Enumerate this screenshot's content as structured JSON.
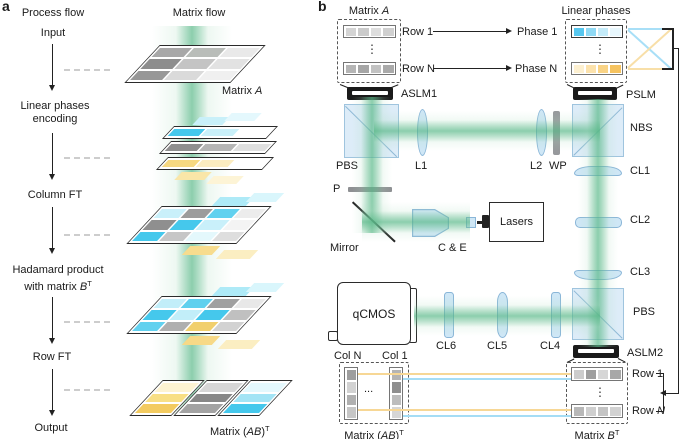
{
  "palette": {
    "beam_green": "#3eac76",
    "cyan": "#45c8ec",
    "cyan_light": "#b9ecf8",
    "yellow": "#f4cd66",
    "yellow_light": "#f9e6a8",
    "lens_blue": "#cfe7f6",
    "cube_blue": "#ddecf8",
    "wire_blue": "#a5ddf5",
    "wire_yellow": "#f7d795",
    "slm_black": "#1a1a1a"
  },
  "panel_a": {
    "label": "a",
    "process_header": "Process flow",
    "matrix_header": "Matrix flow",
    "steps": {
      "input": "Input",
      "lp_line1": "Linear phases",
      "lp_line2": "encoding",
      "column_ft": "Column FT",
      "hadamard_line1": "Hadamard product",
      "hadamard_line2_pre": "with matrix ",
      "hadamard_sym": "B",
      "hadamard_sup": "T",
      "row_ft": "Row FT",
      "output": "Output"
    },
    "matrix_a_label": {
      "pre": "Matrix ",
      "sym": "A"
    },
    "matrix_ab_label": {
      "pre": "Matrix (",
      "sym": "AB",
      "post": ")",
      "sup": "T"
    }
  },
  "panel_b": {
    "label": "b",
    "matrix_a_title": {
      "pre": "Matrix ",
      "sym": "A"
    },
    "top_row1": "Row 1",
    "top_rowN": "Row N",
    "dots": "⋮",
    "phase1": "Phase 1",
    "phaseN": "Phase N",
    "linear_phases_title": "Linear phases",
    "devices": {
      "aslm1": "ASLM1",
      "pslm": "PSLM",
      "nbs": "NBS",
      "pbs_left": "PBS",
      "pbs_right": "PBS",
      "l1": "L1",
      "l2": "L2",
      "wp": "WP",
      "cl1": "CL1",
      "cl2": "CL2",
      "cl3": "CL3",
      "cl4": "CL4",
      "cl5": "CL5",
      "cl6": "CL6",
      "aslm2": "ASLM2",
      "p": "P",
      "mirror": "Mirror",
      "ce": "C & E",
      "lasers": "Lasers",
      "qcmos": "qCMOS"
    },
    "col_N": "Col N",
    "col_1": "Col 1",
    "ellipsis": "...",
    "matrix_ab_title": {
      "pre": "Matrix (",
      "sym": "AB",
      "post": ")",
      "sup": "T"
    },
    "matrix_b_title": {
      "pre": "Matrix ",
      "sym": "B",
      "sup": "T"
    },
    "bottom_row1": "Row 1",
    "bottom_rowN_pre": "Row ",
    "bottom_rowN_sym": "N"
  }
}
